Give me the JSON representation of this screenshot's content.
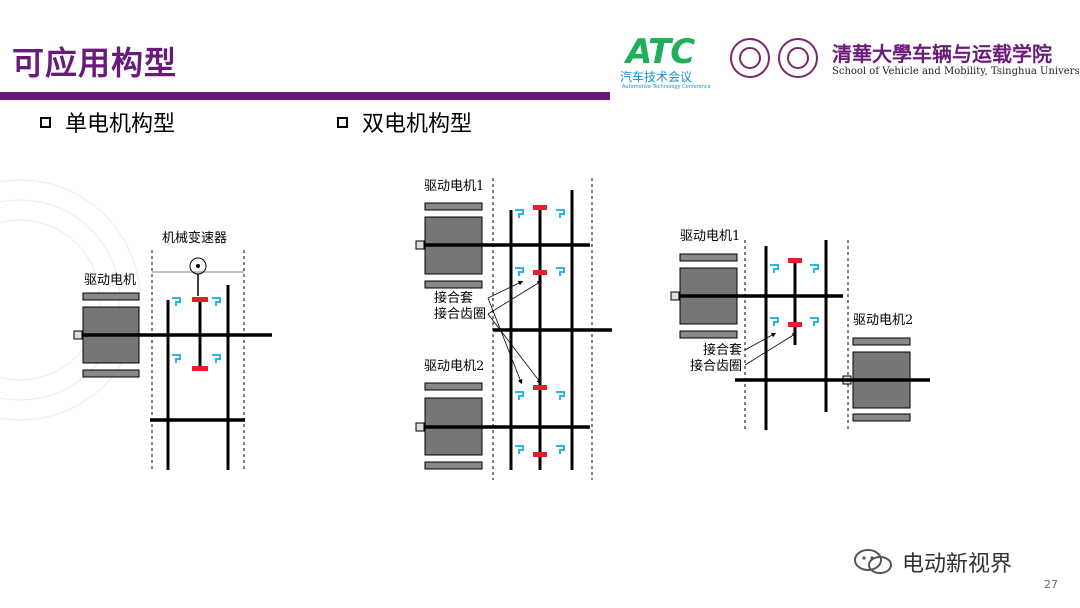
{
  "header": {
    "title": "可应用构型",
    "accent_color": "#6a1b7a"
  },
  "logos": {
    "atc_big": "ATC",
    "atc_cn": "汽车技术会议",
    "atc_en": "Automotive Technology Conference",
    "tsinghua_cn": "清華大學车辆与运载学院",
    "tsinghua_en": "School of Vehicle and Mobility, Tsinghua University"
  },
  "sections": {
    "single": "单电机构型",
    "dual": "双电机构型"
  },
  "diagram_single": {
    "transmission_label": "机械变速器",
    "motor_label": "驱动电机"
  },
  "diagram_dual_a": {
    "motor1_label": "驱动电机1",
    "motor2_label": "驱动电机2",
    "sleeve_label": "接合套",
    "ring_label": "接合齿圈"
  },
  "diagram_dual_b": {
    "motor1_label": "驱动电机1",
    "motor2_label": "驱动电机2",
    "sleeve_label": "接合套",
    "ring_label": "接合齿圈"
  },
  "footer": {
    "watermark": "电动新视界",
    "page_number": "27"
  }
}
